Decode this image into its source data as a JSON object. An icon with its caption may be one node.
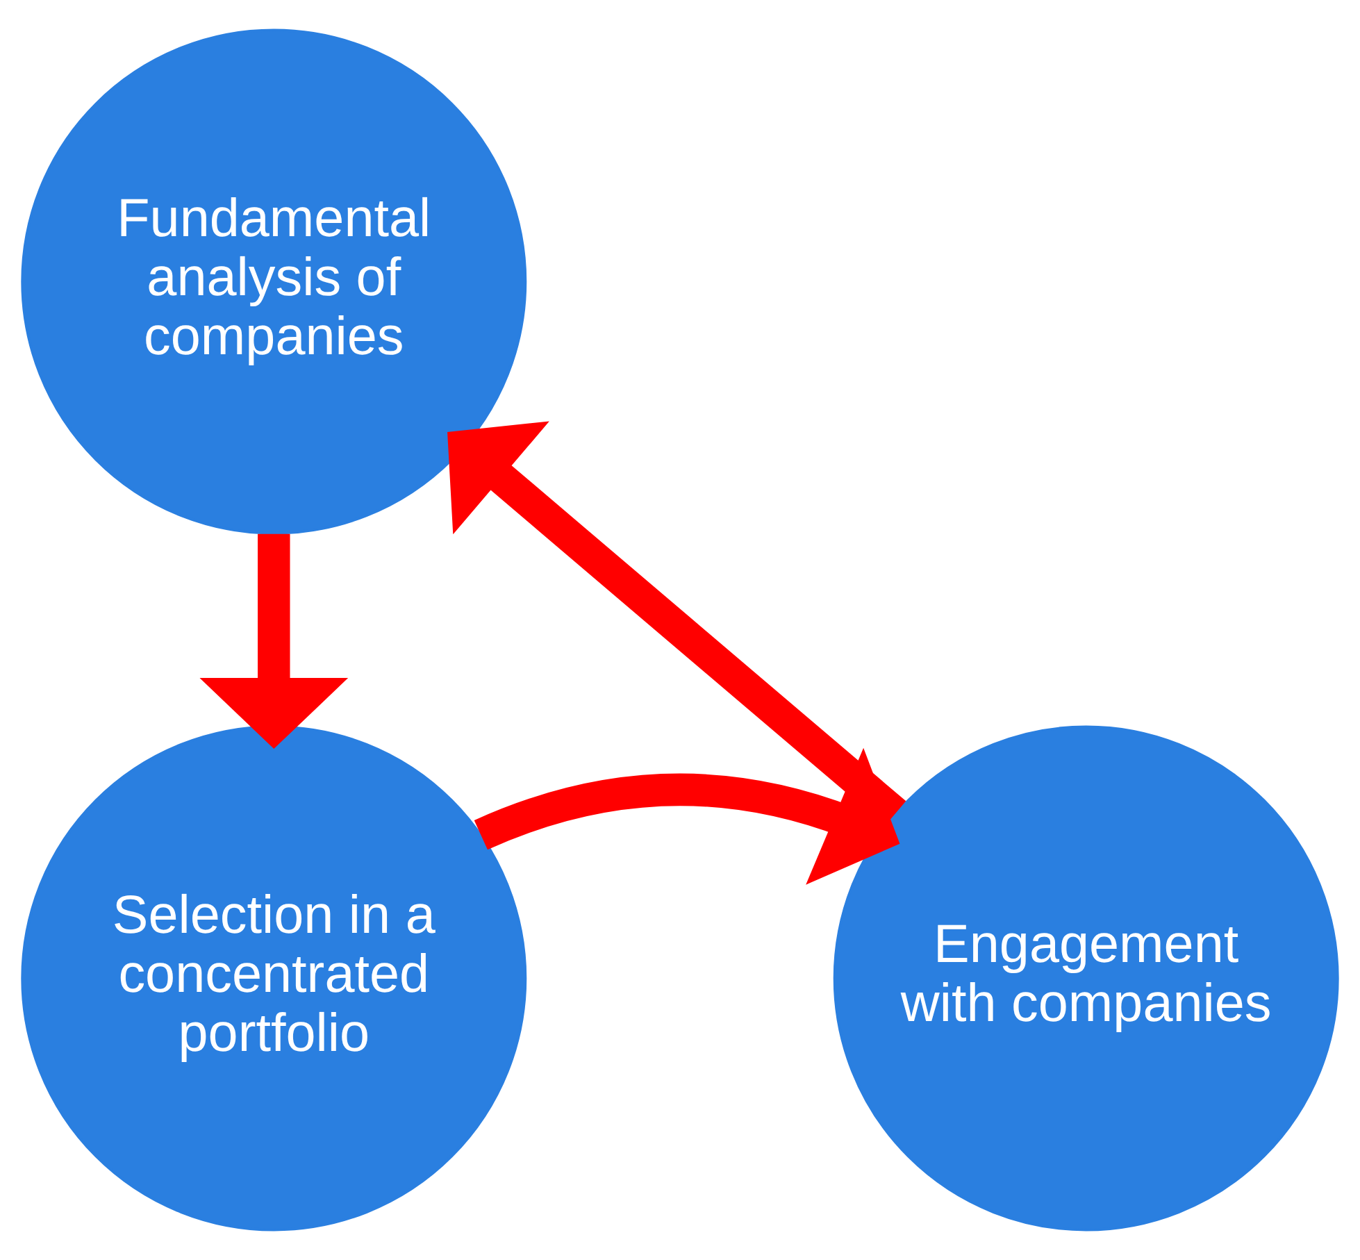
{
  "diagram": {
    "nodes": [
      {
        "text": [
          "Fundamental analysis of companies"
        ]
      },
      {
        "text": [
          "Selection in a concentrated portfolio"
        ]
      },
      {
        "text": [
          "Engagement with companies"
        ]
      }
    ],
    "edges": [
      {
        "from": 0,
        "to": 1,
        "arrow": "to"
      },
      {
        "from": 1,
        "to": 2,
        "arrow": "to"
      },
      {
        "from": 2,
        "to": 0,
        "arrow": "to"
      }
    ]
  }
}
